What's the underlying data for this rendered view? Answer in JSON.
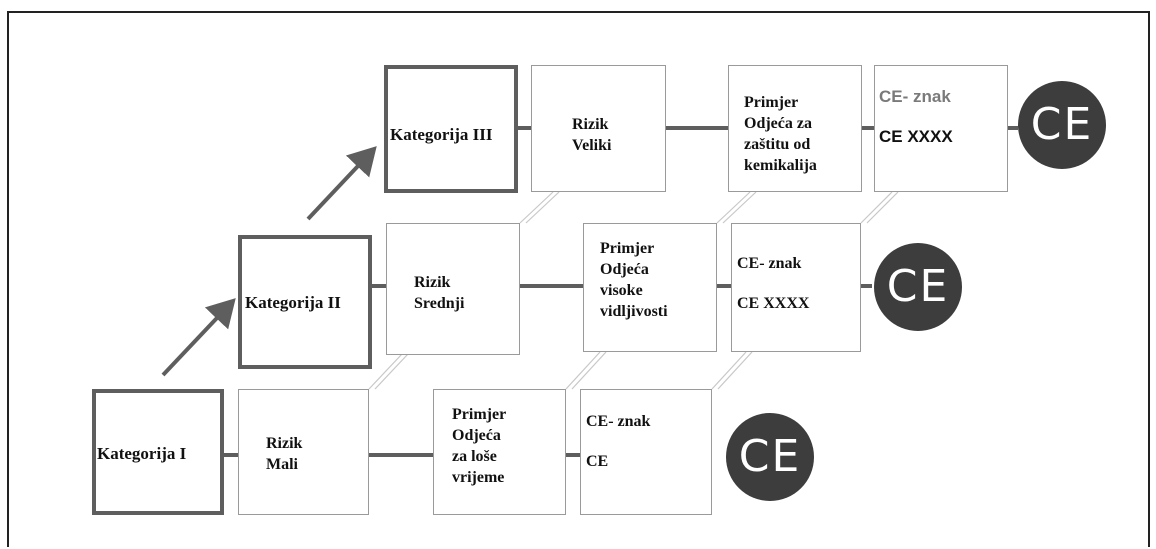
{
  "colors": {
    "connector": "#5e5e5e",
    "arrow": "#5e5e5e",
    "box_border": "#9a9a9a",
    "logo": "#3d3d3d",
    "ce_grey": "#7a7a7a"
  },
  "icons": [
    "arrow-up-right-icon",
    "ce-mark-icon"
  ],
  "rows": [
    {
      "category": "Kategorija I",
      "risk": "Rizik\nMali",
      "example": "Primjer\nOdjeća\nza loše\nvrijeme",
      "mark_line1": "CE- znak",
      "mark_line2": "CE",
      "logo": "CE"
    },
    {
      "category": "Kategorija II",
      "risk": "Rizik\nSrednji",
      "example": "Primjer\nOdjeća\nvisoke\nvidljivosti",
      "mark_line1": "CE- znak",
      "mark_line2": "CE XXXX",
      "logo": "CE"
    },
    {
      "category": "Kategorija III",
      "risk": "Rizik\nVeliki",
      "example": "Primjer\nOdjeća za\nzaštitu od\nkemikalija",
      "mark_line1": "CE- znak",
      "mark_line2": "CE XXXX",
      "logo": "CE"
    }
  ]
}
